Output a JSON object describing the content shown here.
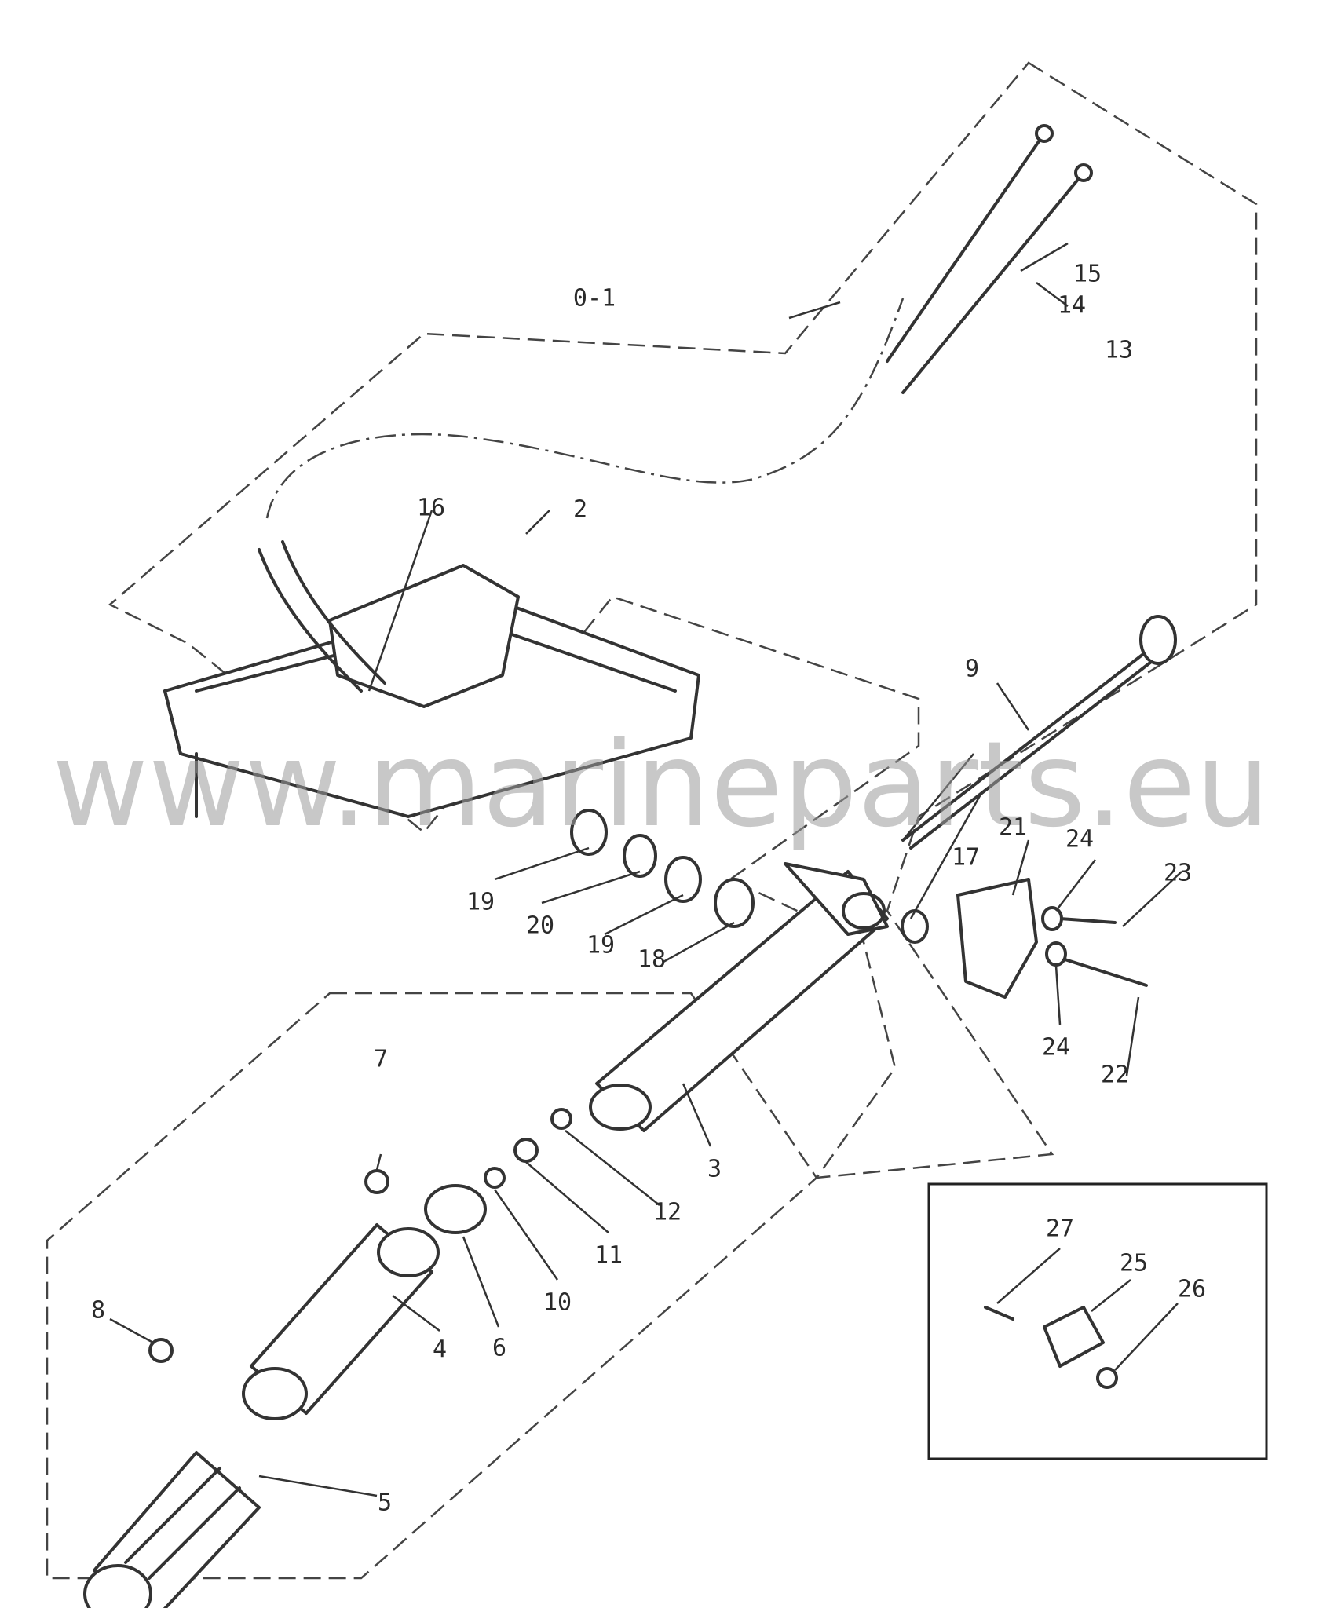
{
  "diagram": {
    "callouts": [
      {
        "id": "0-1",
        "label": "0-1"
      },
      {
        "id": "2",
        "label": "2"
      },
      {
        "id": "3",
        "label": "3"
      },
      {
        "id": "4",
        "label": "4"
      },
      {
        "id": "5",
        "label": "5"
      },
      {
        "id": "6",
        "label": "6"
      },
      {
        "id": "7",
        "label": "7"
      },
      {
        "id": "8",
        "label": "8"
      },
      {
        "id": "9",
        "label": "9"
      },
      {
        "id": "10",
        "label": "10"
      },
      {
        "id": "11",
        "label": "11"
      },
      {
        "id": "12",
        "label": "12"
      },
      {
        "id": "13",
        "label": "13"
      },
      {
        "id": "14",
        "label": "14"
      },
      {
        "id": "15",
        "label": "15"
      },
      {
        "id": "16",
        "label": "16"
      },
      {
        "id": "17",
        "label": "17"
      },
      {
        "id": "18",
        "label": "18"
      },
      {
        "id": "19a",
        "label": "19"
      },
      {
        "id": "19b",
        "label": "19"
      },
      {
        "id": "20",
        "label": "20"
      },
      {
        "id": "21",
        "label": "21"
      },
      {
        "id": "22",
        "label": "22"
      },
      {
        "id": "23",
        "label": "23"
      },
      {
        "id": "24a",
        "label": "24"
      },
      {
        "id": "24b",
        "label": "24"
      },
      {
        "id": "25",
        "label": "25"
      },
      {
        "id": "26",
        "label": "26"
      },
      {
        "id": "27",
        "label": "27"
      }
    ],
    "watermark": "www.marineparts.eu",
    "colors": {
      "line": "#333333",
      "watermark": "#9a9a9a",
      "background": "#ffffff"
    }
  }
}
